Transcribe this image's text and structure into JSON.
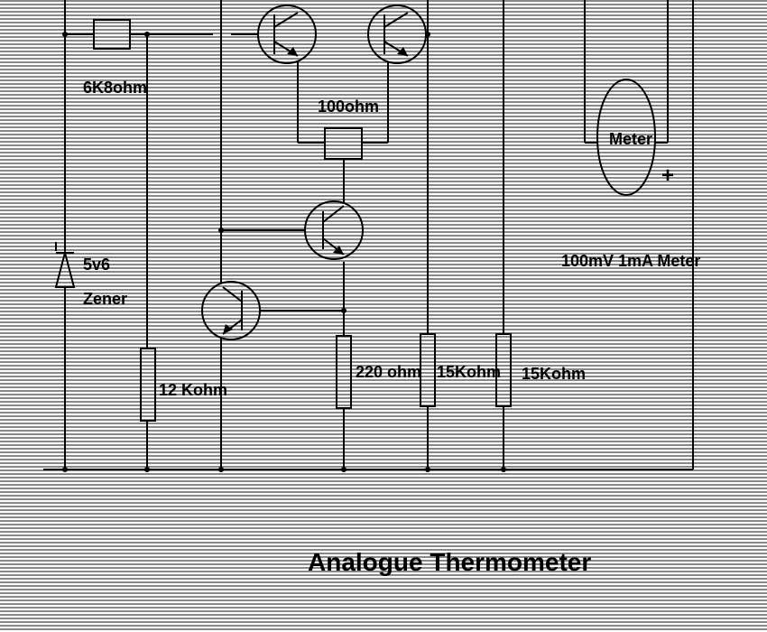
{
  "title": "Analogue Thermometer",
  "labels": {
    "r1": "6K8ohm",
    "r2": "100ohm",
    "zener_value": "5v6",
    "zener_name": "Zener",
    "r3": "12 Kohm",
    "r4": "220 ohm",
    "r5": "15Kohm",
    "r6": "15Kohm",
    "meter": "Meter",
    "meter_spec": "100mV 1mA Meter",
    "polarity_plus": "+"
  },
  "colors": {
    "background": "#ffffff",
    "ink": "#000000",
    "scanline": "#000000"
  }
}
